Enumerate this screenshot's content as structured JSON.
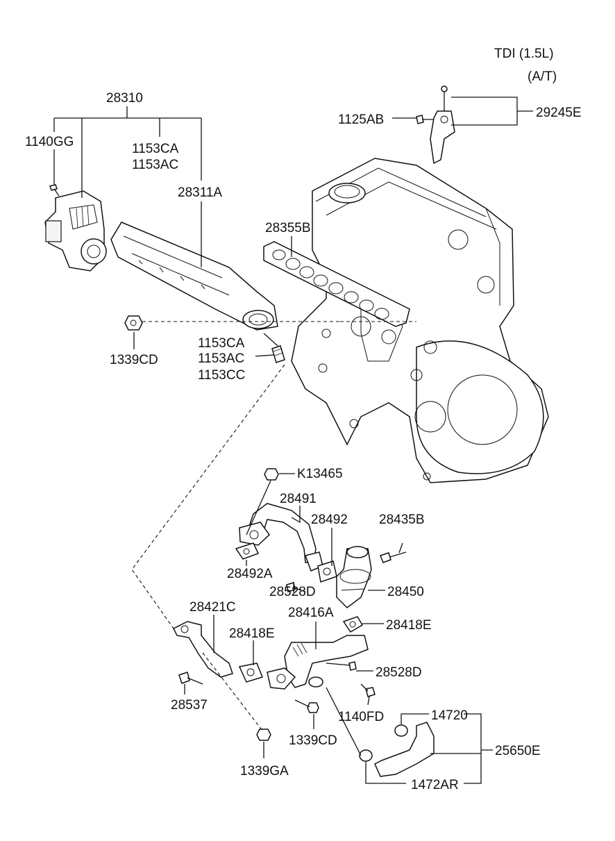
{
  "header": {
    "line1": "TDI (1.5L)",
    "line2": "(A/T)"
  },
  "labels": {
    "p28310": "28310",
    "p1140GG": "1140GG",
    "p1153CA_top": "1153CA",
    "p1153AC_top": "1153AC",
    "p28311A": "28311A",
    "p1125AB": "1125AB",
    "p29245E": "29245E",
    "p28355B": "28355B",
    "p1339CD_top": "1339CD",
    "p1153CA_mid": "1153CA",
    "p1153AC_mid": "1153AC",
    "p1153CC": "1153CC",
    "pK13465": "K13465",
    "p28491": "28491",
    "p28492": "28492",
    "p28435B": "28435B",
    "p28492A": "28492A",
    "p28528D_top": "28528D",
    "p28450": "28450",
    "p28421C": "28421C",
    "p28416A": "28416A",
    "p28418E_right": "28418E",
    "p28418E_left": "28418E",
    "p28528D_bot": "28528D",
    "p28537": "28537",
    "p1140FD": "1140FD",
    "p14720": "14720",
    "p1339CD_bot": "1339CD",
    "p25650E": "25650E",
    "p1339GA": "1339GA",
    "p1472AR": "1472AR"
  }
}
